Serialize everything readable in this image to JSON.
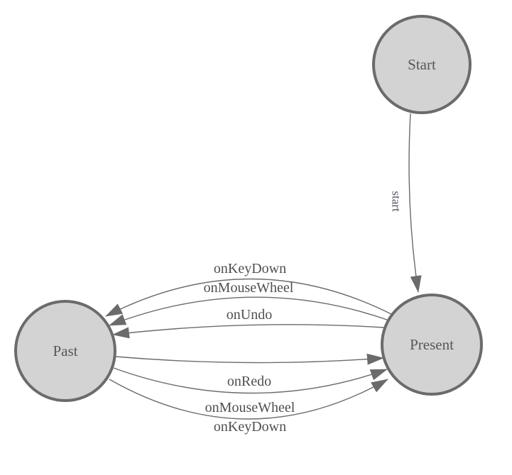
{
  "colors": {
    "background": "#ffffff",
    "node_fill": "#d3d3d3",
    "node_stroke": "#6b6b6b",
    "edge_stroke": "#6b6b6b",
    "arrow_fill": "#6b6b6b",
    "node_label_text": "#54585c",
    "edge_label_text": "#4f4f4f"
  },
  "diagram": {
    "type": "state-machine",
    "nodes": [
      {
        "id": "start",
        "label": "Start"
      },
      {
        "id": "present",
        "label": "Present"
      },
      {
        "id": "past",
        "label": "Past"
      }
    ],
    "edges": [
      {
        "from": "Start",
        "to": "Present",
        "label": "start"
      },
      {
        "from": "Present",
        "to": "Past",
        "label": "onKeyDown"
      },
      {
        "from": "Present",
        "to": "Past",
        "label": "onMouseWheel"
      },
      {
        "from": "Present",
        "to": "Past",
        "label": "onUndo"
      },
      {
        "from": "Past",
        "to": "Present",
        "label": "onRedo"
      },
      {
        "from": "Past",
        "to": "Present",
        "label": "onMouseWheel"
      },
      {
        "from": "Past",
        "to": "Present",
        "label": "onKeyDown"
      }
    ]
  }
}
